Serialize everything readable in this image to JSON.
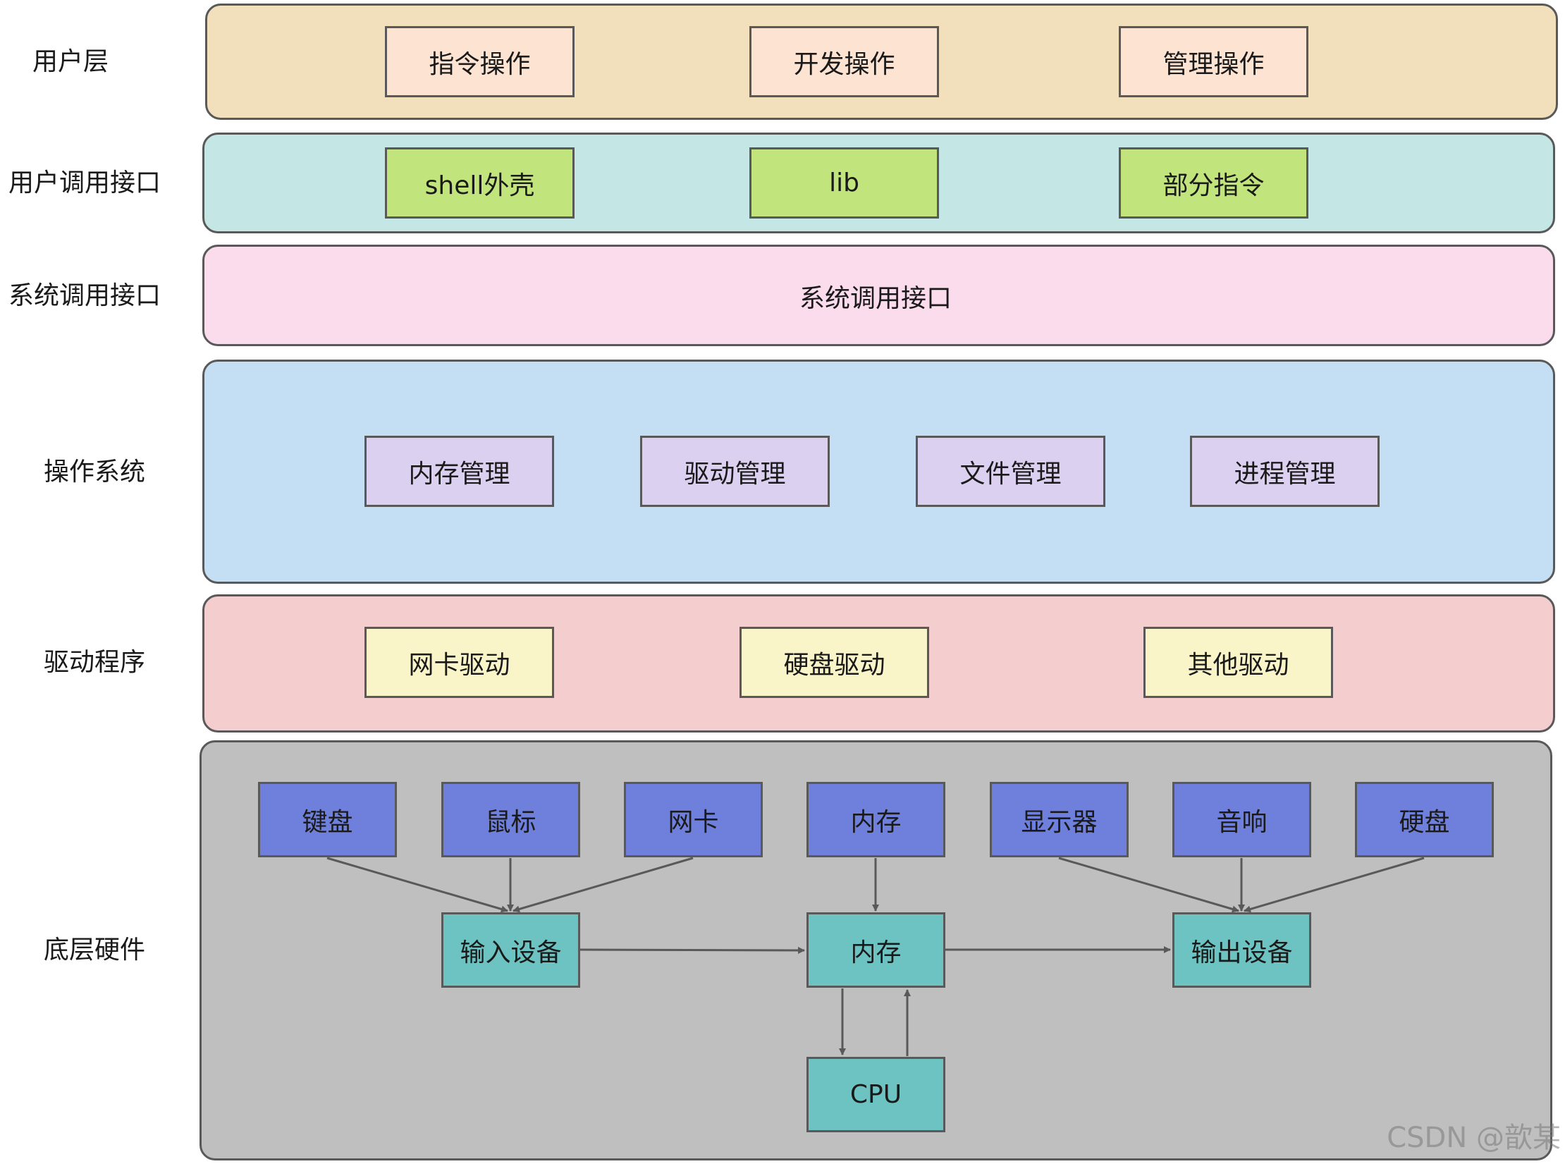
{
  "layers": {
    "user": {
      "label": "用户层",
      "color": "#f2e0bd",
      "items": [
        "指令操作",
        "开发操作",
        "管理操作"
      ],
      "item_color": "#fde3d1"
    },
    "user_interface": {
      "label": "用户调用接口",
      "color": "#c4e6e5",
      "items": [
        "shell外壳",
        "lib",
        "部分指令"
      ],
      "item_color": "#c1e57c"
    },
    "syscall": {
      "label": "系统调用接口",
      "color": "#fbdcec",
      "text": "系统调用接口"
    },
    "os": {
      "label": "操作系统",
      "color": "#c4dff3",
      "items": [
        "内存管理",
        "驱动管理",
        "文件管理",
        "进程管理"
      ],
      "item_color": "#dcd0f0"
    },
    "drivers": {
      "label": "驱动程序",
      "color": "#f4cdcf",
      "items": [
        "网卡驱动",
        "硬盘驱动",
        "其他驱动"
      ],
      "item_color": "#faf5c9"
    },
    "hardware": {
      "label": "底层硬件",
      "color": "#bfbfbf",
      "devices": [
        "键盘",
        "鼠标",
        "网卡",
        "内存",
        "显示器",
        "音响",
        "硬盘"
      ],
      "device_color": "#6f80dc",
      "core_color": "#6dc3c1",
      "input": "输入设备",
      "memory": "内存",
      "output": "输出设备",
      "cpu": "CPU"
    }
  },
  "watermark": "CSDN @歆某",
  "colors": {
    "border": "#595959",
    "arrow": "#595959"
  }
}
